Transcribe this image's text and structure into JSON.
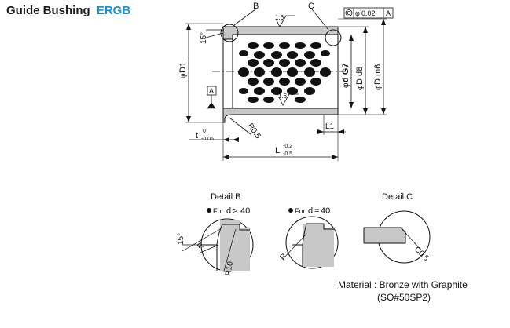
{
  "title": {
    "main": "Guide Bushing",
    "code": "ERGB"
  },
  "labels": {
    "B": "B",
    "C": "C",
    "angle_top": "15°",
    "roughness_top": "1.6",
    "roughness_bottom": "1.6",
    "tolerance_value": "0.02",
    "tolerance_ref": "A",
    "datum": "A",
    "d1": "D1",
    "phi": "φ",
    "d_g7": "d G7",
    "d_d8": "D d8",
    "d_m6": "D m6",
    "r05": "R0.5",
    "l1": "L1",
    "t_base": "t",
    "t_upper": "0",
    "t_lower": "-0.05",
    "l_base": "L",
    "l_upper": "-0.2",
    "l_lower": "-0.5"
  },
  "details": {
    "b_title": "Detail B",
    "c_title": "Detail C",
    "for_d_gt40_prefix": "For",
    "for_d_gt40_var": "d",
    "for_d_gt40_op": ">",
    "for_d_gt40_val": "40",
    "for_d_eq40_prefix": "For",
    "for_d_eq40_var": "d",
    "for_d_eq40_op": "=",
    "for_d_eq40_val": "40",
    "angle": "15°",
    "r": "R",
    "r10": "R10",
    "c05": "C0.5"
  },
  "material": {
    "line1": "Material : Bronze with Graphite",
    "line2": "(SO#50SP2)"
  },
  "colors": {
    "accent": "#1a8fd6",
    "hatch": "#c8c8c8",
    "line": "#111111"
  }
}
